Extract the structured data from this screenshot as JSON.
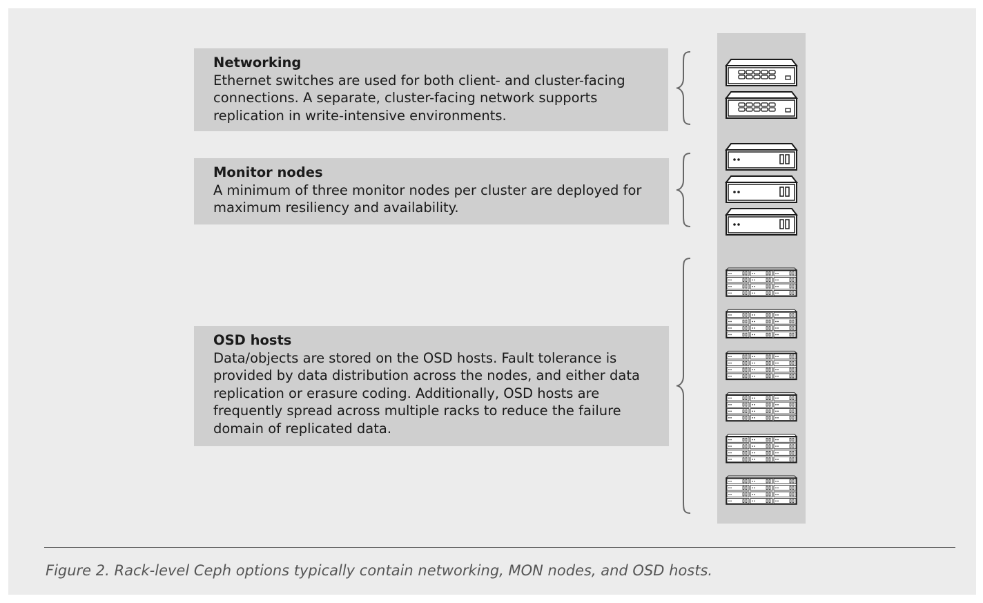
{
  "sections": {
    "networking": {
      "title": "Networking",
      "body": "Ethernet switches are used for both client- and cluster-facing connections. A separate, cluster-facing network supports replication in write-intensive environments."
    },
    "monitor": {
      "title": "Monitor nodes",
      "body": "A minimum of three monitor nodes per cluster are deployed for maximum resiliency and availability."
    },
    "osd": {
      "title": "OSD hosts",
      "body": "Data/objects are stored on the OSD hosts. Fault tolerance is provided by data distribution across the nodes, and either data replication or erasure coding. Additionally, OSD hosts are frequently spread across multiple racks to reduce the failure domain of replicated data."
    }
  },
  "rack": {
    "switch_count": 2,
    "monitor_node_count": 3,
    "osd_host_count": 6
  },
  "caption": "Figure 2. Rack-level Ceph options typically contain networking, MON nodes, and OSD hosts.",
  "colors": {
    "background": "#ececec",
    "box": "#cfcfcf",
    "stroke": "#1a1a1a",
    "bracket": "#666666"
  }
}
